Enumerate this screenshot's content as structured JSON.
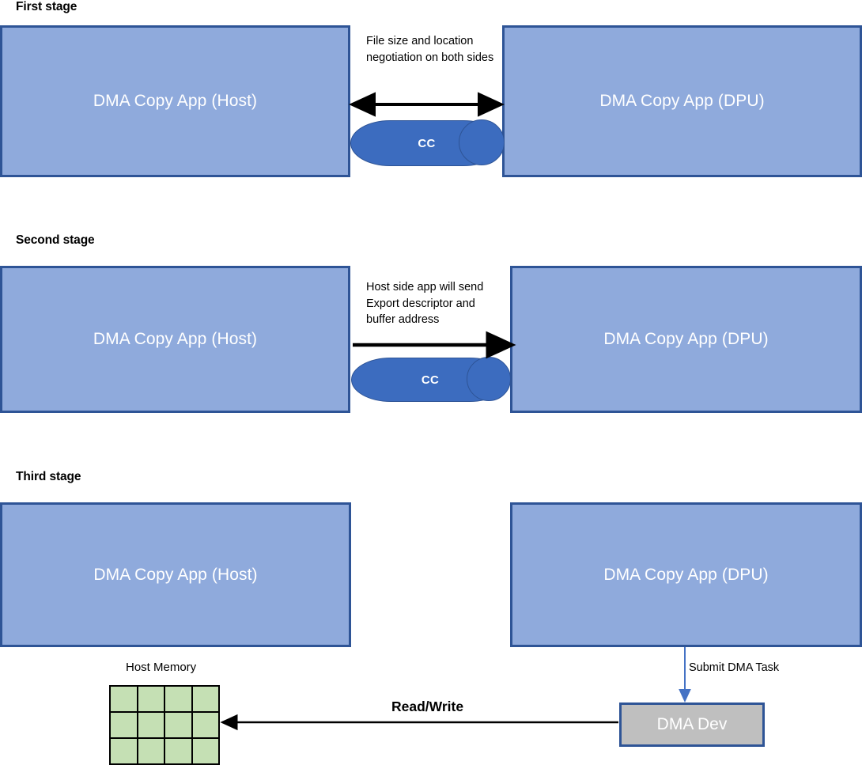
{
  "diagram": {
    "title_stage1": "First stage",
    "title_stage2": "Second stage",
    "title_stage3": "Third stage",
    "colors": {
      "app_fill": "#8FAADC",
      "app_border": "#2E5496",
      "cylinder_fill": "#3C6CBF",
      "memory_fill": "#C5E0B4",
      "dma_dev_fill": "#BFBFBF",
      "arrow_black": "#000000",
      "arrow_blue": "#4472C4"
    }
  },
  "stage1": {
    "host_box": "DMA Copy App (Host)",
    "dpu_box": "DMA Copy App (DPU)",
    "note": "File size and location negotiation on both sides",
    "cylinder_label": "CC"
  },
  "stage2": {
    "host_box": "DMA Copy App (Host)",
    "dpu_box": "DMA Copy App (DPU)",
    "note": "Host side app will send Export descriptor and buffer address",
    "cylinder_label": "CC"
  },
  "stage3": {
    "host_box": "DMA Copy App (Host)",
    "dpu_box": "DMA Copy App (DPU)",
    "memory_title": "Host Memory",
    "memory_grid": {
      "cols": 4,
      "rows": 3
    },
    "submit_label": "Submit DMA Task",
    "read_write_label": "Read/Write",
    "dma_dev_label": "DMA Dev"
  }
}
